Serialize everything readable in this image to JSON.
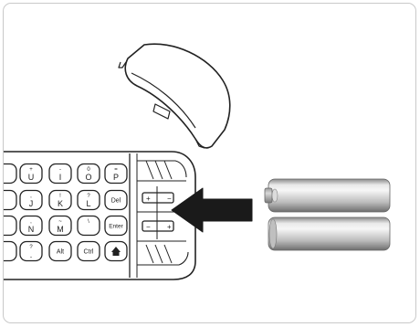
{
  "keyboard": {
    "rows": [
      [
        {
          "main": "U",
          "sub": "+"
        },
        {
          "main": "I",
          "sub": "-"
        },
        {
          "main": "O",
          "sub": "0"
        },
        {
          "main": "P",
          "sub": "="
        }
      ],
      [
        {
          "main": "J",
          "sub": ","
        },
        {
          "main": "K",
          "sub": "!"
        },
        {
          "main": "L",
          "sub": "?"
        },
        {
          "label": "Del"
        }
      ],
      [
        {
          "main": "N",
          "sub": ","
        },
        {
          "main": "M",
          "sub": "~"
        },
        {
          "main": "",
          "sub": "\\"
        },
        {
          "label": "Enter"
        }
      ],
      [
        {
          "main": ".",
          "sub": "?"
        },
        {
          "label": "Alt"
        },
        {
          "label": "Ctrl"
        },
        {
          "icon": "home-icon"
        }
      ]
    ]
  },
  "battery_polarity": {
    "positive": "+",
    "negative": "−"
  },
  "icons": [
    "battery-cover-icon",
    "insert-arrow-icon",
    "battery-icon",
    "home-icon"
  ]
}
